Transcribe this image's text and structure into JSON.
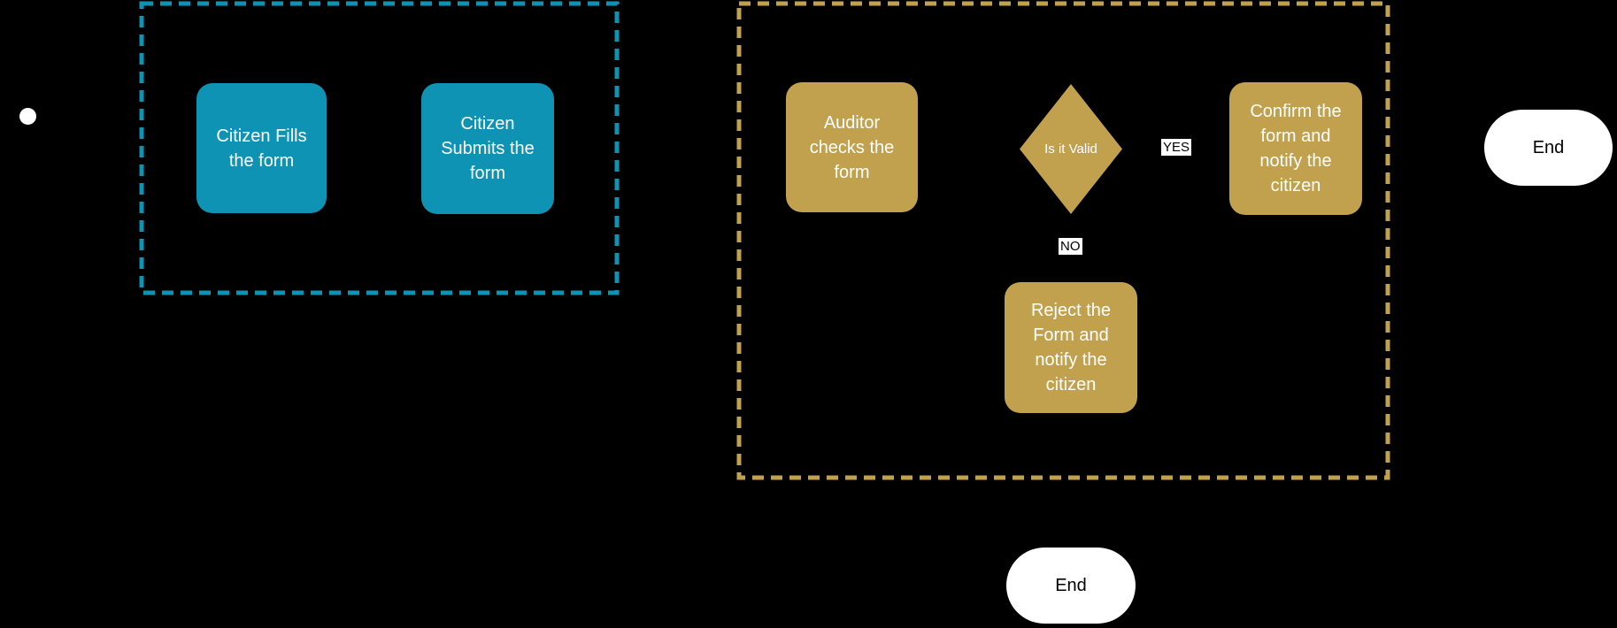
{
  "diagram": {
    "background": "#000000",
    "colors": {
      "citizen_lane": "#0e93b5",
      "auditor_lane": "#c1a04e",
      "node_text": "#ffffff",
      "end_fill": "#ffffff",
      "end_text": "#000000",
      "edge_label_bg": "#ffffff",
      "edge_label_text": "#000000"
    },
    "nodes": {
      "citizen_fills": {
        "label": "Citizen Fills the form"
      },
      "citizen_submits": {
        "label": "Citizen Submits the form"
      },
      "auditor_checks": {
        "label": "Auditor checks the form"
      },
      "decision": {
        "label": "Is it Valid"
      },
      "confirm": {
        "label": "Confirm the form and notify the citizen"
      },
      "reject": {
        "label": "Reject the Form and notify the citizen"
      },
      "end_right": {
        "label": "End"
      },
      "end_bottom": {
        "label": "End"
      }
    },
    "edge_labels": {
      "yes": "YES",
      "no": "NO"
    }
  }
}
